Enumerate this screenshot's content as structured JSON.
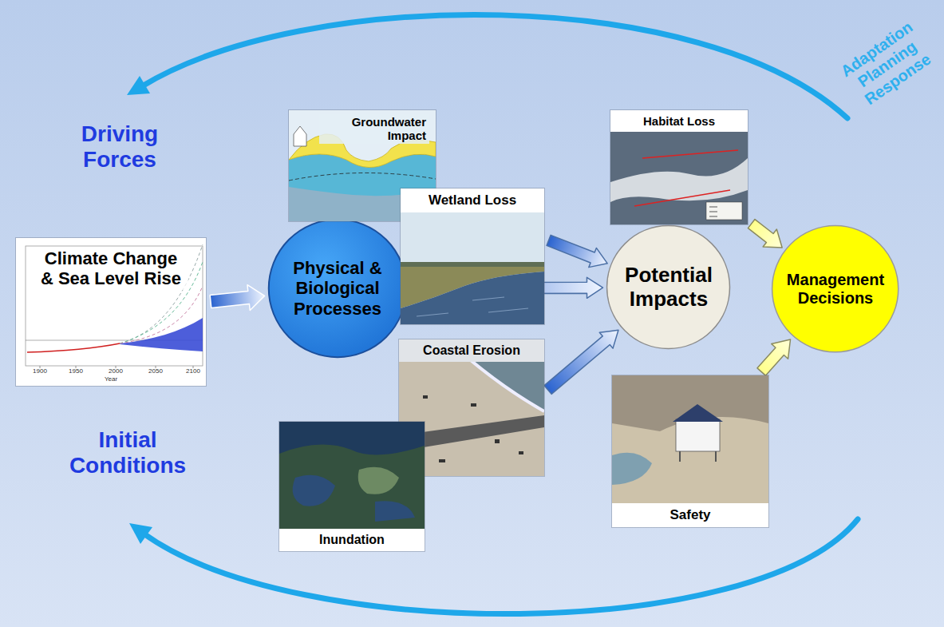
{
  "diagram": {
    "nodes": [
      {
        "text": [
          "Climate Change & Sea Level Rise"
        ]
      },
      {
        "text": [
          "Physical & Biological Processes"
        ]
      },
      {
        "text": [
          "Groundwater Impact"
        ]
      },
      {
        "text": [
          "Wetland Loss"
        ]
      },
      {
        "text": [
          "Coastal Erosion"
        ]
      },
      {
        "text": [
          "Inundation"
        ]
      },
      {
        "text": [
          "Potential Impacts"
        ]
      },
      {
        "text": [
          "Habitat Loss"
        ]
      },
      {
        "text": [
          "Safety"
        ]
      },
      {
        "text": [
          "Management Decisions"
        ]
      }
    ],
    "edges": [
      {
        "from": 0,
        "to": 1,
        "arrow": "to"
      },
      {
        "from": 3,
        "to": 6,
        "arrow": "to"
      },
      {
        "from": 1,
        "to": 6,
        "arrow": "to"
      },
      {
        "from": 4,
        "to": 6,
        "arrow": "to"
      },
      {
        "from": 7,
        "to": 9,
        "arrow": "to"
      },
      {
        "from": 8,
        "to": 9,
        "arrow": "to"
      }
    ],
    "labels": [
      "Driving Forces",
      "Initial Conditions",
      "Adaptation Planning Response",
      "1900",
      "1950",
      "2000",
      "2050",
      "2100",
      "Year"
    ]
  }
}
